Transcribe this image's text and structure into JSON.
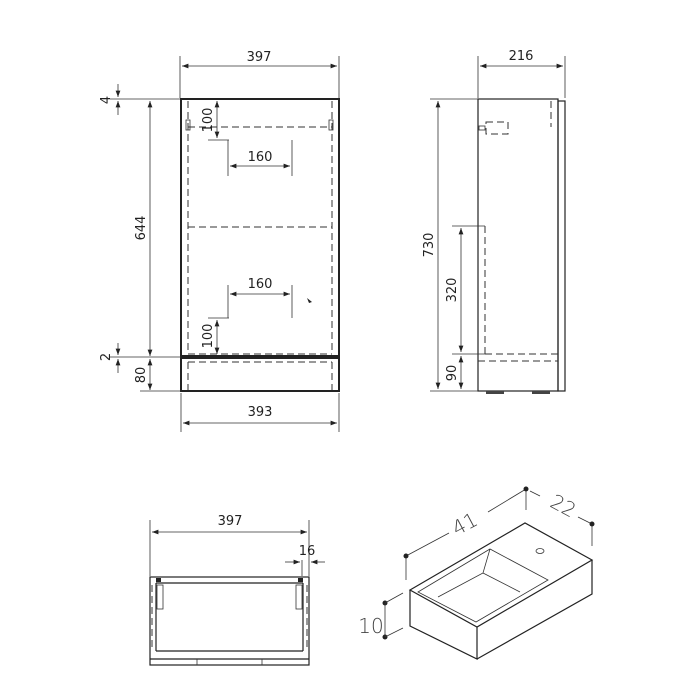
{
  "drawing": {
    "front_view": {
      "width_top": "397",
      "width_bottom": "393",
      "top_gap": "4",
      "body_height": "644",
      "plinth_gap": "2",
      "plinth_height": "80",
      "upper_offset": "100",
      "upper_spacing": "160",
      "lower_spacing": "160",
      "lower_offset": "100"
    },
    "side_view": {
      "depth": "216",
      "total_height": "730",
      "cutout_height": "320",
      "plinth_height": "90"
    },
    "plan_view": {
      "width": "397",
      "panel_thickness": "16"
    },
    "basin_iso": {
      "length": "41",
      "depth": "22",
      "height": "10"
    }
  }
}
